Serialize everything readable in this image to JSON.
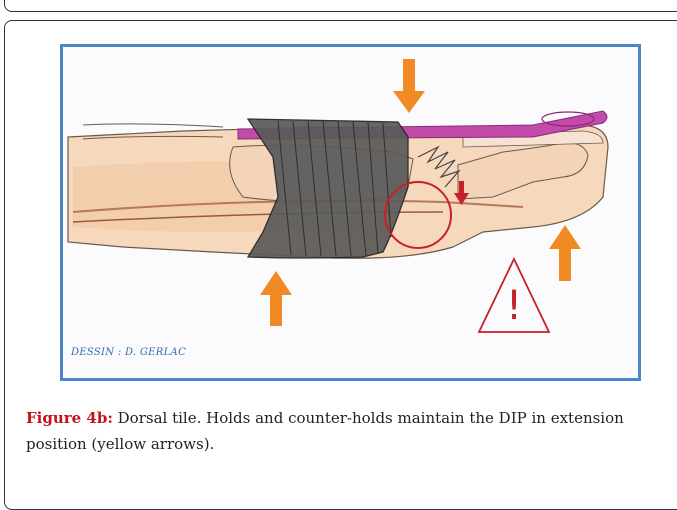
{
  "figure": {
    "credit": "DESSIN : D. GERLAC",
    "warning_symbol": "!",
    "icons": [
      "down-arrow-icon",
      "up-arrow-icon",
      "small-red-down-arrow-icon",
      "warning-triangle-icon"
    ],
    "colors": {
      "frame": "#4a86c8",
      "arrow": "#f08a24",
      "warning": "#c8202a",
      "tendon": "#c24aa8",
      "splint": "#4a4a4a"
    }
  },
  "caption": {
    "label": "Figure 4b:",
    "text": " Dorsal tile. Holds and counter-holds maintain the DIP in extension position (yellow arrows)."
  }
}
